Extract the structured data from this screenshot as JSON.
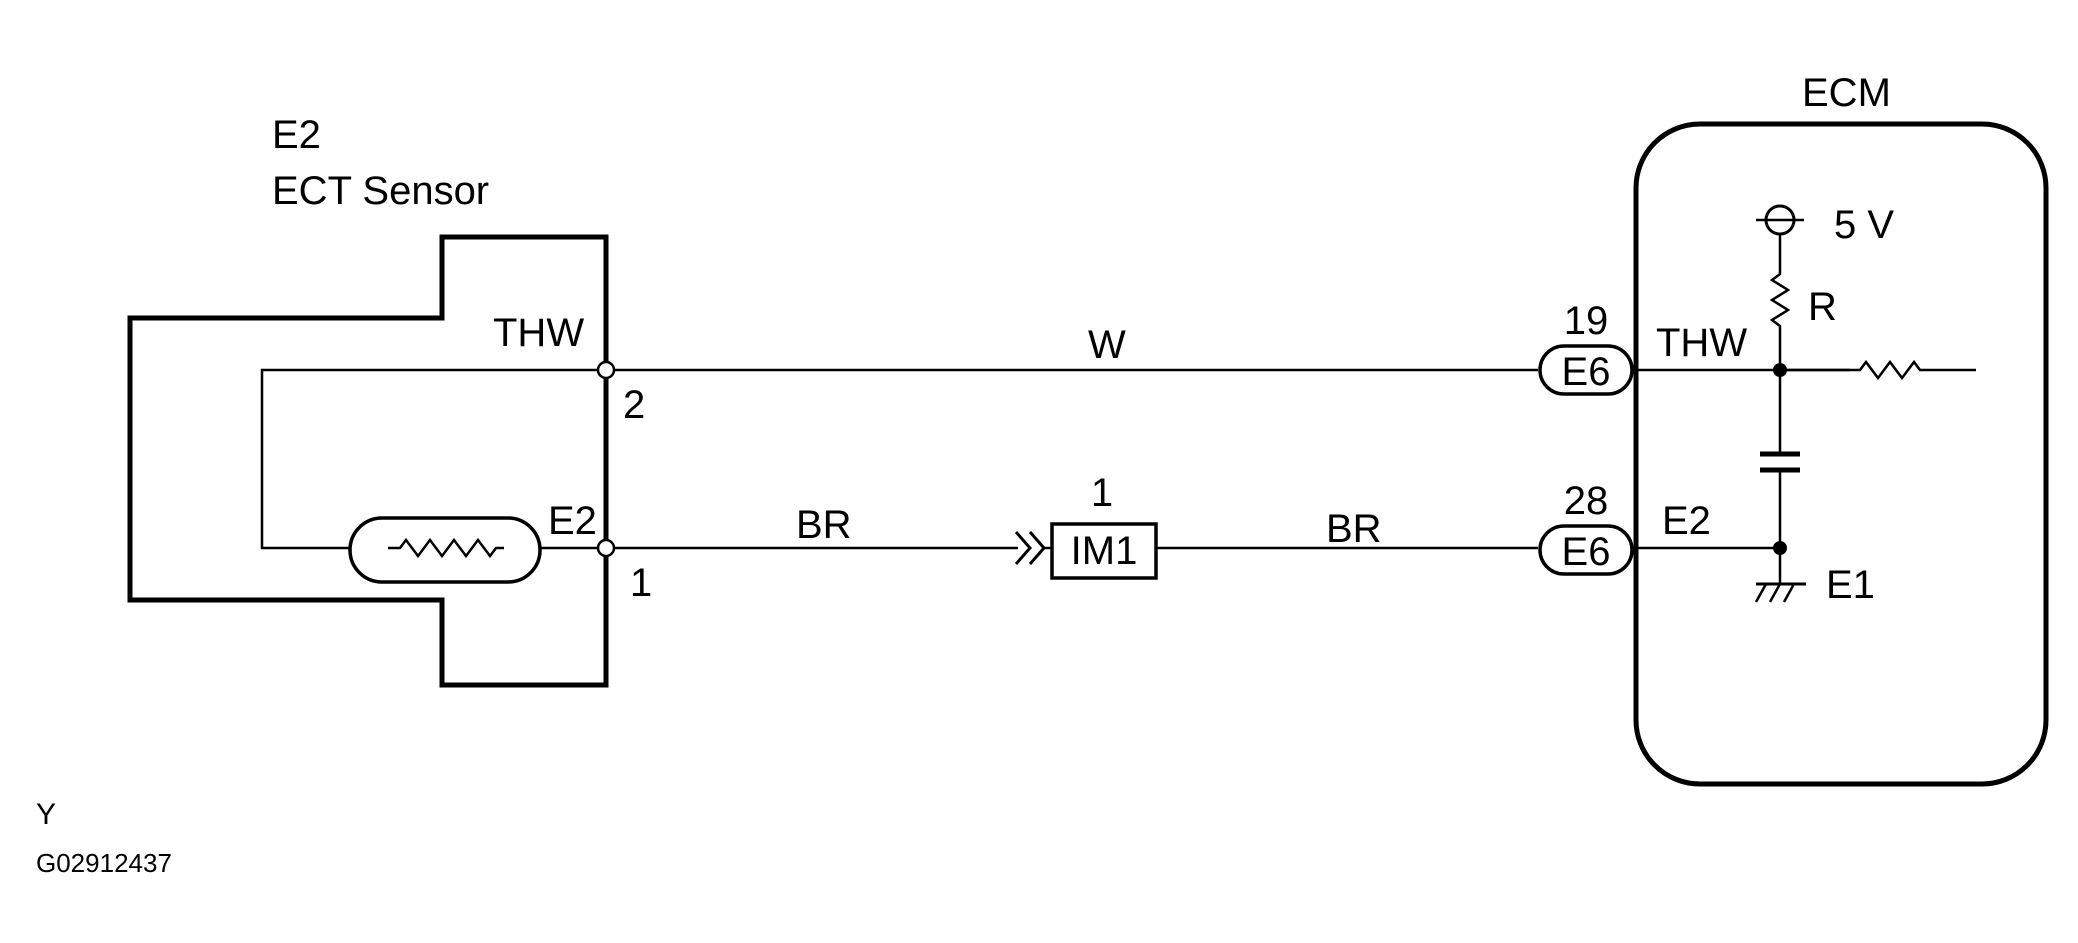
{
  "sensor": {
    "code": "E2",
    "name": "ECT Sensor",
    "thw_label": "THW",
    "e2_label": "E2",
    "pin_thw": "2",
    "pin_e2": "1"
  },
  "wires": {
    "thw_color": "W",
    "e2_color_left": "BR",
    "e2_color_right": "BR"
  },
  "junction": {
    "pin": "1",
    "label": "IM1"
  },
  "ecm": {
    "title": "ECM",
    "connector_thw_pin": "19",
    "connector_thw_label": "E6",
    "connector_e2_pin": "28",
    "connector_e2_label": "E6",
    "thw_label": "THW",
    "e2_label": "E2",
    "e1_label": "E1",
    "supply_label": "5 V",
    "resistor_label": "R"
  },
  "footer": {
    "y_label": "Y",
    "figure_id": "G02912437"
  }
}
